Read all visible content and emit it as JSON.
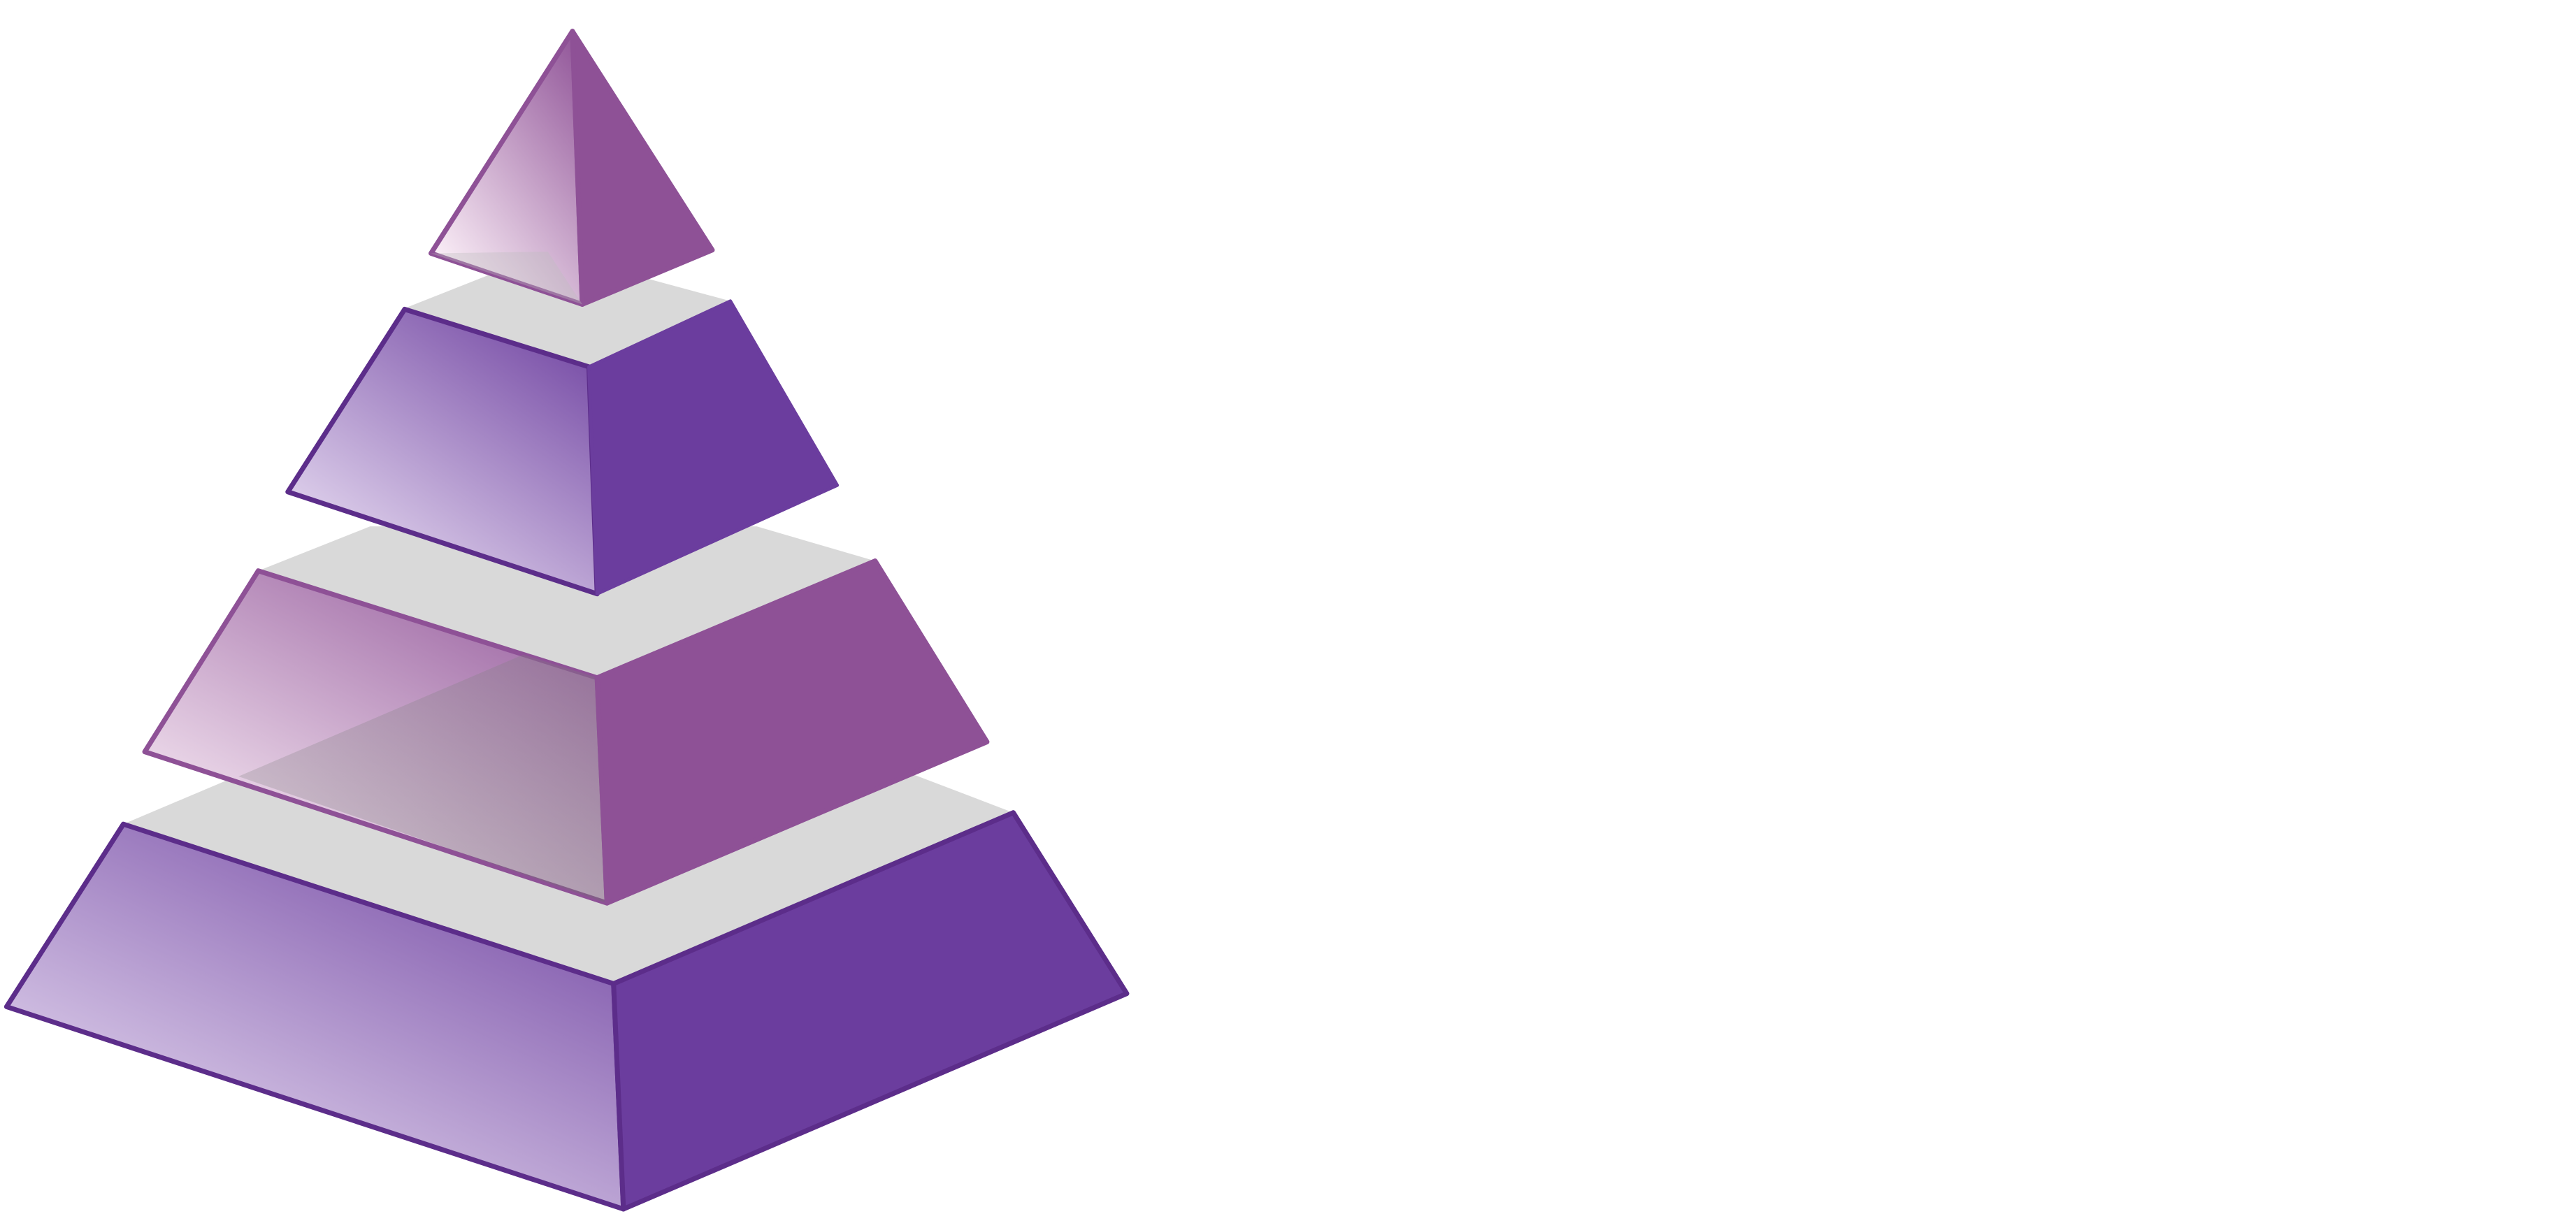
{
  "diagram": {
    "type": "pyramid",
    "style": "3d-stacked",
    "tiers": [
      {
        "name": "tier-1",
        "position": "top",
        "shape": "tetrahedron",
        "color": "#8E5196",
        "outline": "#8E5196"
      },
      {
        "name": "tier-2",
        "position": "upper-middle",
        "shape": "frustum",
        "color": "#6B3D9E",
        "outline": "#5C2D8A"
      },
      {
        "name": "tier-3",
        "position": "lower-middle",
        "shape": "frustum",
        "color": "#8E5196",
        "outline": "#8E5196"
      },
      {
        "name": "tier-4",
        "position": "bottom",
        "shape": "frustum",
        "color": "#6B3D9E",
        "outline": "#5C2D8A"
      }
    ],
    "top_surface_color": "#D9D9D9",
    "background_color": "#FFFFFF"
  }
}
